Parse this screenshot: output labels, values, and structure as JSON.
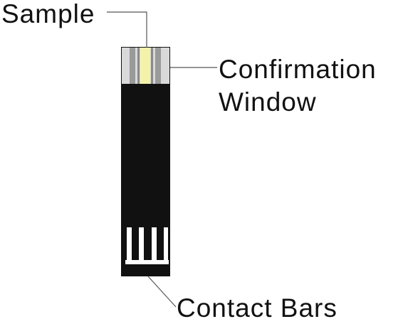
{
  "labels": {
    "sample": "Sample",
    "confirmation_line1": "Confirmation",
    "confirmation_line2": "Window",
    "contact_bars": "Contact Bars"
  },
  "colors": {
    "strip_body": "#111111",
    "window_frame": "#d9d9d9",
    "window_stripe": "#9a9a9a",
    "sample_fill": "#f4f2a8",
    "contacts": "#ffffff",
    "text": "#111111",
    "leader_line": "#555555"
  }
}
